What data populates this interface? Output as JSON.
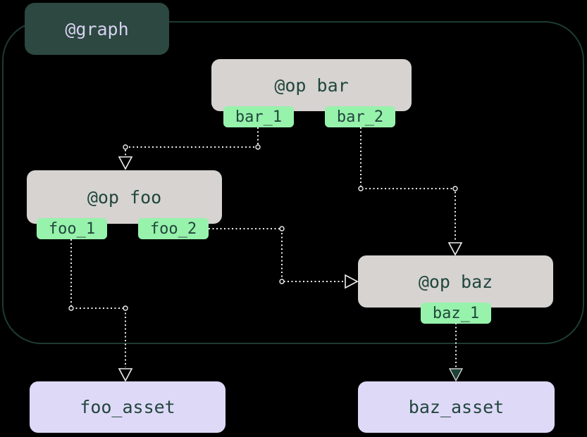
{
  "diagram": {
    "type": "dagster-op-graph",
    "graph_badge": {
      "label": "@graph"
    },
    "ops": [
      {
        "id": "bar",
        "label": "@op bar",
        "outputs": [
          {
            "label": "bar_1"
          },
          {
            "label": "bar_2"
          }
        ]
      },
      {
        "id": "foo",
        "label": "@op foo",
        "outputs": [
          {
            "label": "foo_1"
          },
          {
            "label": "foo_2"
          }
        ]
      },
      {
        "id": "baz",
        "label": "@op baz",
        "outputs": [
          {
            "label": "baz_1"
          }
        ]
      }
    ],
    "assets": [
      {
        "id": "foo_asset",
        "label": "foo_asset"
      },
      {
        "id": "baz_asset",
        "label": "baz_asset"
      }
    ],
    "edges": [
      {
        "from": "bar.bar_1",
        "to": "foo",
        "arrow": "hollow"
      },
      {
        "from": "bar.bar_2",
        "to": "baz",
        "arrow": "hollow"
      },
      {
        "from": "foo.foo_2",
        "to": "baz",
        "arrow": "hollow"
      },
      {
        "from": "foo.foo_1",
        "to": "foo_asset",
        "arrow": "hollow"
      },
      {
        "from": "baz.baz_1",
        "to": "baz_asset",
        "arrow": "filled"
      }
    ],
    "colors": {
      "background": "#000000",
      "container_border": "#1d3b33",
      "graph_badge_bg": "#2c4840",
      "graph_badge_text": "#d7d1f1",
      "op_bg": "#d6d3d1",
      "node_text": "#21463d",
      "tag_bg": "#97f2ab",
      "asset_bg": "#dfd9f8",
      "edge_color": "#ededed",
      "filled_arrow": "#1e4237"
    }
  }
}
